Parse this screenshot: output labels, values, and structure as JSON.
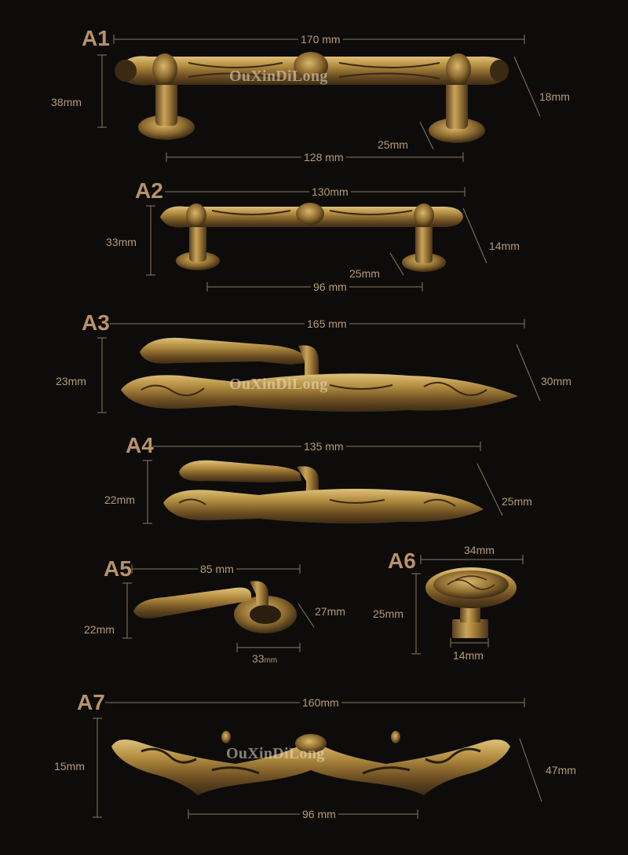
{
  "watermark": "OuXinDiLong",
  "colors": {
    "background": "#0d0c0b",
    "brass_light": "#c9a45a",
    "brass_dark": "#5a4020",
    "text": "#b89a74"
  },
  "products": [
    {
      "id": "A1",
      "label": "A1",
      "length": "170 mm",
      "height": "38mm",
      "depth": "18mm",
      "base": "25mm",
      "hole_spacing": "128 mm"
    },
    {
      "id": "A2",
      "label": "A2",
      "length": "130mm",
      "height": "33mm",
      "depth": "14mm",
      "base": "25mm",
      "hole_spacing": "96 mm"
    },
    {
      "id": "A3",
      "label": "A3",
      "length": "165 mm",
      "height": "23mm",
      "depth": "30mm"
    },
    {
      "id": "A4",
      "label": "A4",
      "length": "135 mm",
      "height": "22mm",
      "depth": "25mm"
    },
    {
      "id": "A5",
      "label": "A5",
      "length": "85 mm",
      "height": "22mm",
      "depth": "27mm",
      "base_width": "33",
      "base_width_unit": "mm"
    },
    {
      "id": "A6",
      "label": "A6",
      "width": "34mm",
      "height": "25mm",
      "base": "14mm"
    },
    {
      "id": "A7",
      "label": "A7",
      "length": "160mm",
      "height": "15mm",
      "depth": "47mm",
      "hole_spacing": "96 mm"
    }
  ]
}
